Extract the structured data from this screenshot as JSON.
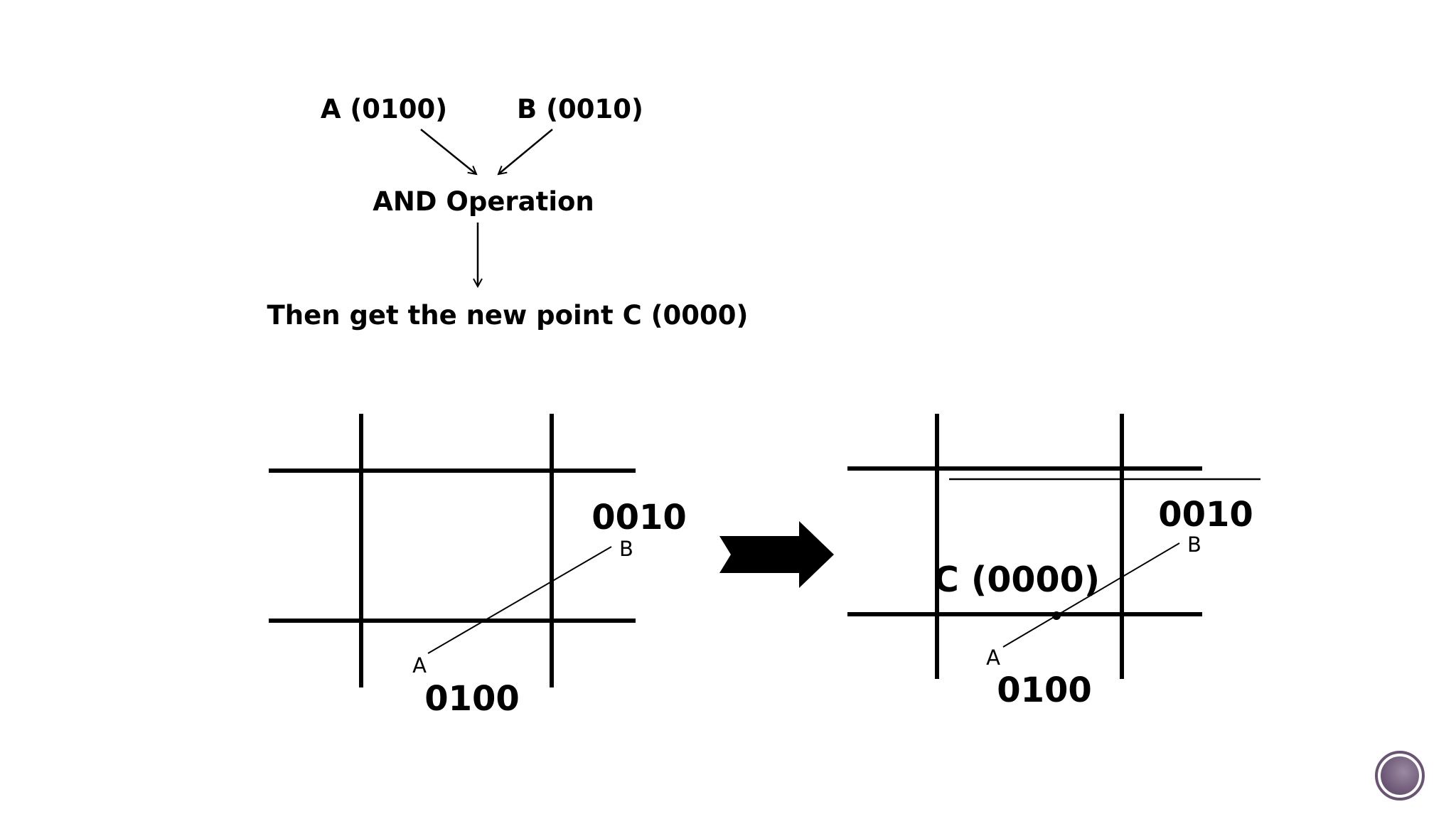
{
  "flow": {
    "input_a": "A (0100)",
    "input_b": "B (0010)",
    "operation": "AND Operation",
    "result": "Then get the new point C (0000)"
  },
  "before_grid": {
    "code_top_right": "0010",
    "code_bottom": "0100",
    "point_a": "A",
    "point_b": "B"
  },
  "after_grid": {
    "code_top_right": "0010",
    "code_bottom": "0100",
    "point_a": "A",
    "point_b": "B",
    "point_c": "C (0000)"
  },
  "transition_icon": "right-arrow-icon",
  "nav_button_icon": "circle-nav-icon"
}
